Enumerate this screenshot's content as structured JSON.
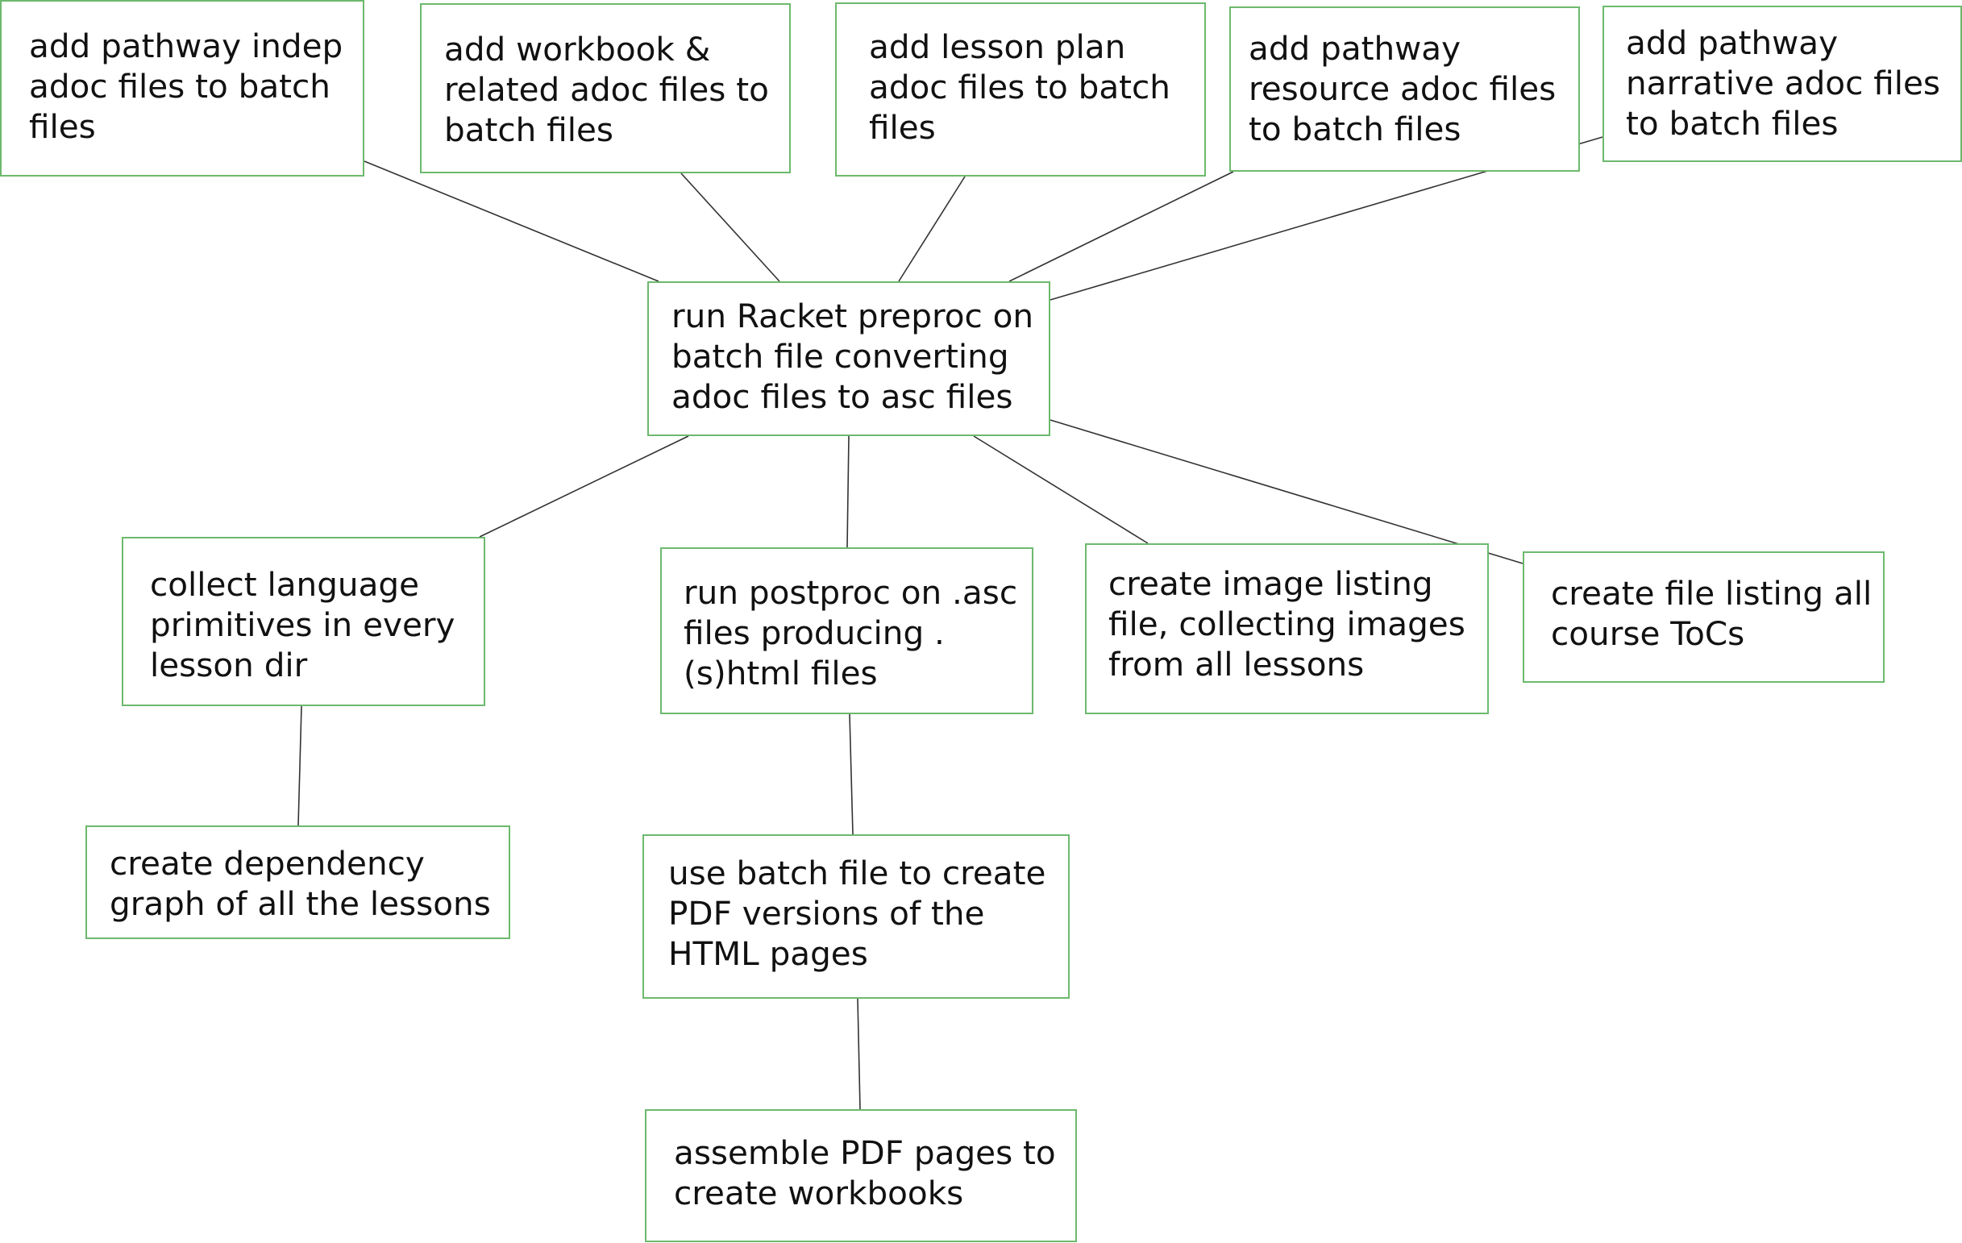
{
  "nodes": {
    "indep": "add pathway indep\nadoc files to batch\nfiles",
    "workbook": "add workbook &\nrelated adoc files to\nbatch files",
    "lesson_plan": "add lesson plan\nadoc files to batch\nfiles",
    "resource": "add pathway\nresource adoc files\nto batch files",
    "narrative": "add pathway\nnarrative adoc files\nto batch files",
    "racket": "run Racket preproc on\nbatch file converting\nadoc files to asc files",
    "primitives": "collect language\nprimitives in every\nlesson dir",
    "postproc": "run postproc on .asc\nfiles producing .\n(s)html files",
    "images": "create image listing\nfile, collecting images\nfrom all lessons",
    "tocs": "create file listing all\ncourse ToCs",
    "depgraph": "create dependency\ngraph of all the lessons",
    "pdf": "use batch file to create\nPDF versions of the\nHTML pages",
    "assemble": "assemble PDF pages to\ncreate workbooks"
  },
  "colors": {
    "node_border": "#6db96d",
    "edge": "#333333",
    "text": "#111111"
  }
}
